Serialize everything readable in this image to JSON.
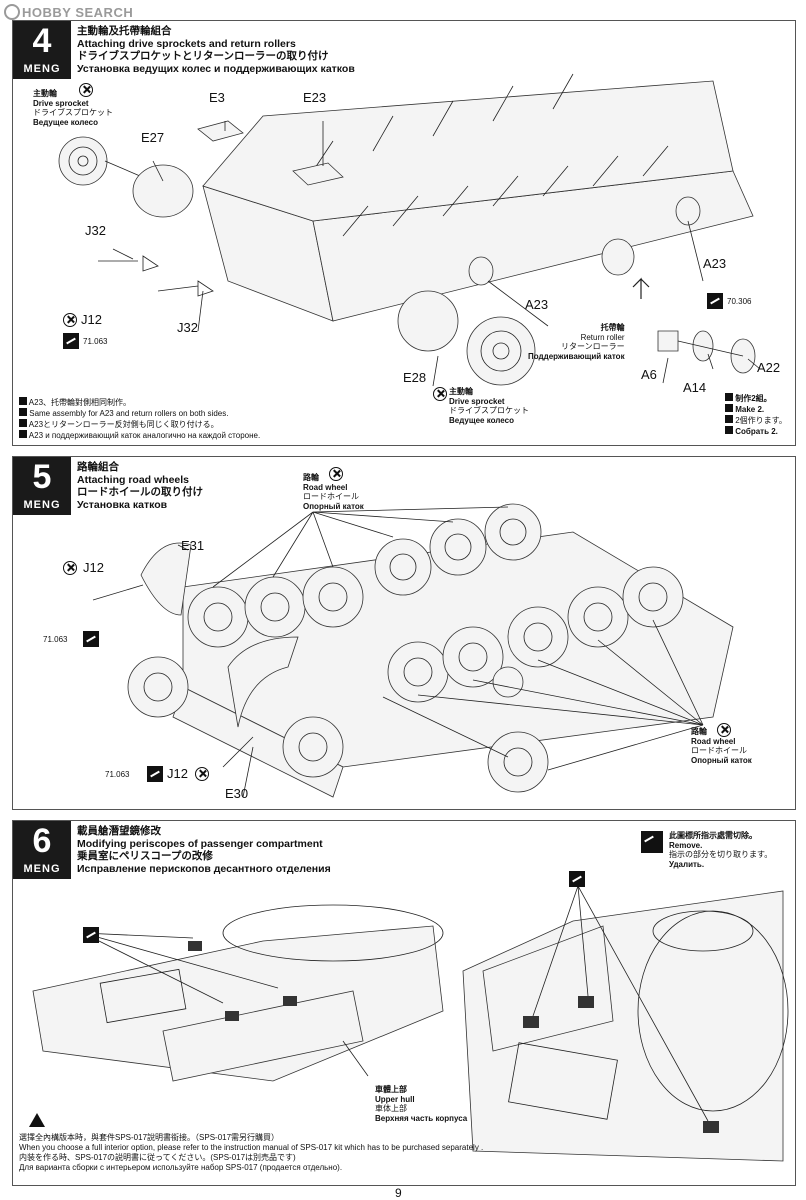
{
  "watermark": "HOBBY SEARCH",
  "brand": "MENG",
  "page_number": "9",
  "step4": {
    "number": "4",
    "title_zh": "主動輪及托帶輪組合",
    "title_en": "Attaching drive sprockets and return rollers",
    "title_ja": "ドライブスプロケットとリターンローラーの取り付け",
    "title_ru": "Установка ведущих колес и поддерживающих катков",
    "drive_sprocket_top": {
      "zh": "主動輪",
      "en": "Drive sprocket",
      "ja": "ドライブスプロケット",
      "ru": "Ведущее колесо"
    },
    "drive_sprocket_bottom": {
      "zh": "主動輪",
      "en": "Drive sprocket",
      "ja": "ドライブスプロケット",
      "ru": "Ведущее колесо"
    },
    "return_roller": {
      "zh": "托帶輪",
      "en": "Return roller",
      "ja": "リターンローラー",
      "ru": "Поддерживающий каток"
    },
    "parts": [
      "E3",
      "E23",
      "E27",
      "J32",
      "J12",
      "J32",
      "E28",
      "A23",
      "A23",
      "A6",
      "A14",
      "A22"
    ],
    "paint_code_1": "71.063",
    "paint_code_2": "70.306",
    "note_lines": [
      "A23、托帶輪對側相同制作。",
      "Same assembly for A23 and return rollers on both sides.",
      "A23とリターンローラー反対側も同じく取り付ける。",
      "A23 и поддерживающий каток аналогично на каждой стороне."
    ],
    "make2": [
      "制作2組。",
      "Make 2.",
      "2個作ります。",
      "Собрать 2."
    ]
  },
  "step5": {
    "number": "5",
    "title_zh": "路輪組合",
    "title_en": "Attaching road wheels",
    "title_ja": "ロードホイールの取り付け",
    "title_ru": "Установка катков",
    "road_wheel_top": {
      "zh": "路輪",
      "en": "Road wheel",
      "ja": "ロードホイール",
      "ru": "Опорный каток"
    },
    "road_wheel_right": {
      "zh": "路輪",
      "en": "Road wheel",
      "ja": "ロードホイール",
      "ru": "Опорный каток"
    },
    "parts": [
      "E31",
      "J12",
      "J12",
      "E30"
    ],
    "paint_code_1": "71.063",
    "paint_code_2": "71.063"
  },
  "step6": {
    "number": "6",
    "title_zh": "載員艙潛望鏡修改",
    "title_en": "Modifying periscopes of passenger compartment",
    "title_ja": "乗員室にペリスコープの改修",
    "title_ru": "Исправление перископов десантного отделения",
    "remove_note": [
      "此圖標所指示處需切除。",
      "Remove.",
      "指示の部分を切り取ります。",
      "Удалить."
    ],
    "upper_hull": {
      "zh": "車體上部",
      "en": "Upper hull",
      "ja": "車体上部",
      "ru": "Верхняя часть корпуса"
    },
    "warning_lines": [
      "選擇全內構版本時，與套件SPS-017說明書銜接。（SPS-017需另行購買）",
      "When you choose a full interior option, please refer to the instruction manual of SPS-017 kit  which has to be purchased separately .",
      "内装を作る時、SPS-017の説明書に従ってください。(SPS-017は別売品です)",
      "Для варианта сборки с интерьером используйте набор SPS-017 (продается отдельно)."
    ]
  }
}
